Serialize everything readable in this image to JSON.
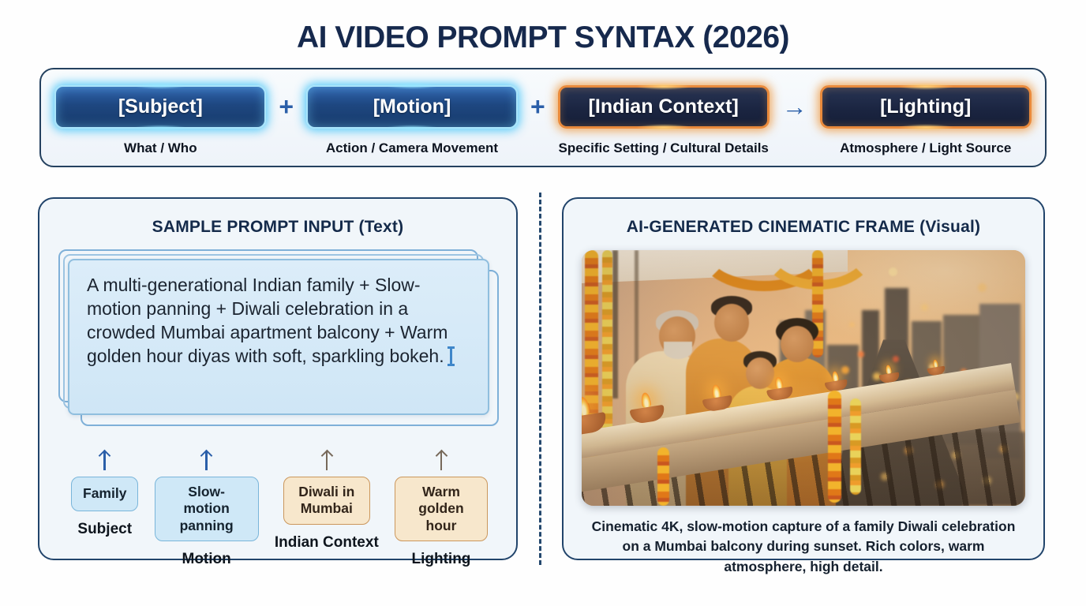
{
  "title": "AI VIDEO PROMPT SYNTAX (2026)",
  "formula": {
    "components": [
      {
        "label": "[Subject]",
        "sublabel": "What / Who",
        "theme": "blue"
      },
      {
        "label": "[Motion]",
        "sublabel": "Action / Camera Movement",
        "theme": "blue"
      },
      {
        "label": "[Indian Context]",
        "sublabel": "Specific Setting / Cultural Details",
        "theme": "orange"
      },
      {
        "label": "[Lighting]",
        "sublabel": "Atmosphere / Light Source",
        "theme": "orange"
      }
    ],
    "operators": [
      "+",
      "+",
      "→"
    ]
  },
  "left_panel": {
    "title": "SAMPLE PROMPT INPUT (Text)",
    "prompt_text": "A multi-generational Indian family + Slow-motion panning + Diwali celebration in a crowded Mumbai apartment balcony + Warm golden hour diyas with soft, sparkling bokeh.",
    "tags": [
      {
        "value": "Family",
        "label": "Subject",
        "theme": "blue"
      },
      {
        "value": "Slow-motion panning",
        "label": "Motion",
        "theme": "blue"
      },
      {
        "value": "Diwali in Mumbai",
        "label": "Indian Context",
        "theme": "orange"
      },
      {
        "value": "Warm golden hour",
        "label": "Lighting",
        "theme": "orange"
      }
    ]
  },
  "right_panel": {
    "title": "AI-GENERATED CINEMATIC FRAME (Visual)",
    "caption": "Cinematic 4K, slow-motion capture of a family Diwali celebration on a Mumbai balcony during sunset. Rich colors, warm atmosphere, high detail.",
    "image_description": "Multi-generational Indian family lighting diyas on a marigold-decorated Mumbai balcony at golden hour"
  },
  "colors": {
    "navy_text": "#16294d",
    "glow_cyan": "#40c3f8",
    "glow_orange": "#ee963c",
    "panel_fill": "#f1f6fa",
    "panel_border": "#21446b",
    "prompt_fill": "#d6eaf8"
  }
}
